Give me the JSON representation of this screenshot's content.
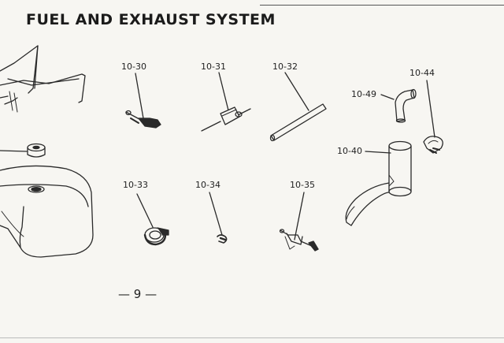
{
  "title": "FUEL AND EXHAUST SYSTEM",
  "page_number": "— 9 —",
  "parts": [
    {
      "id": "10-30",
      "item": "fuel-cock"
    },
    {
      "id": "10-31",
      "item": "fuel-filter"
    },
    {
      "id": "10-32",
      "item": "fuel-line"
    },
    {
      "id": "10-33",
      "item": "hose-clamp"
    },
    {
      "id": "10-34",
      "item": "clip"
    },
    {
      "id": "10-35",
      "item": "bracket-bolt"
    },
    {
      "id": "10-40",
      "item": "muffler"
    },
    {
      "id": "10-44",
      "item": "muffler-clamp"
    },
    {
      "id": "10-49",
      "item": "elbow-pipe"
    }
  ]
}
